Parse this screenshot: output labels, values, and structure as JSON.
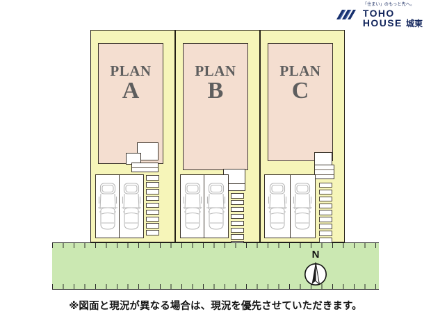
{
  "brand": {
    "tagline": "「住まい」のもっと先へ。",
    "name_line1": "TOHO",
    "name_line2": "HOUSE",
    "name_suffix": "城東",
    "logo_icon": "toho-chevron-mark",
    "color": "#12255c"
  },
  "site_plan": {
    "lot_color": "#f6f5b9",
    "house_color": "#f4ded0",
    "road_color": "#cbe8b2",
    "label_color": "#5e5e5e",
    "outline_color": "#241f15",
    "lots": [
      {
        "id": "lot-a",
        "plan_word": "PLAN",
        "plan_letter": "A",
        "parking_stalls": 2,
        "stepping_stones": 9,
        "entrance_position": "bottom-right-offset"
      },
      {
        "id": "lot-b",
        "plan_word": "PLAN",
        "plan_letter": "B",
        "parking_stalls": 2,
        "stepping_stones": 9,
        "entrance_position": "bottom-right"
      },
      {
        "id": "lot-c",
        "plan_word": "PLAN",
        "plan_letter": "C",
        "parking_stalls": 2,
        "stepping_stones": 9,
        "entrance_position": "bottom-right-stairs"
      }
    ]
  },
  "compass": {
    "label": "N",
    "icon": "north-arrow-icon"
  },
  "disclaimer": {
    "text": "※図面と現況が異なる場合は、現況を優先させていただきます。"
  }
}
